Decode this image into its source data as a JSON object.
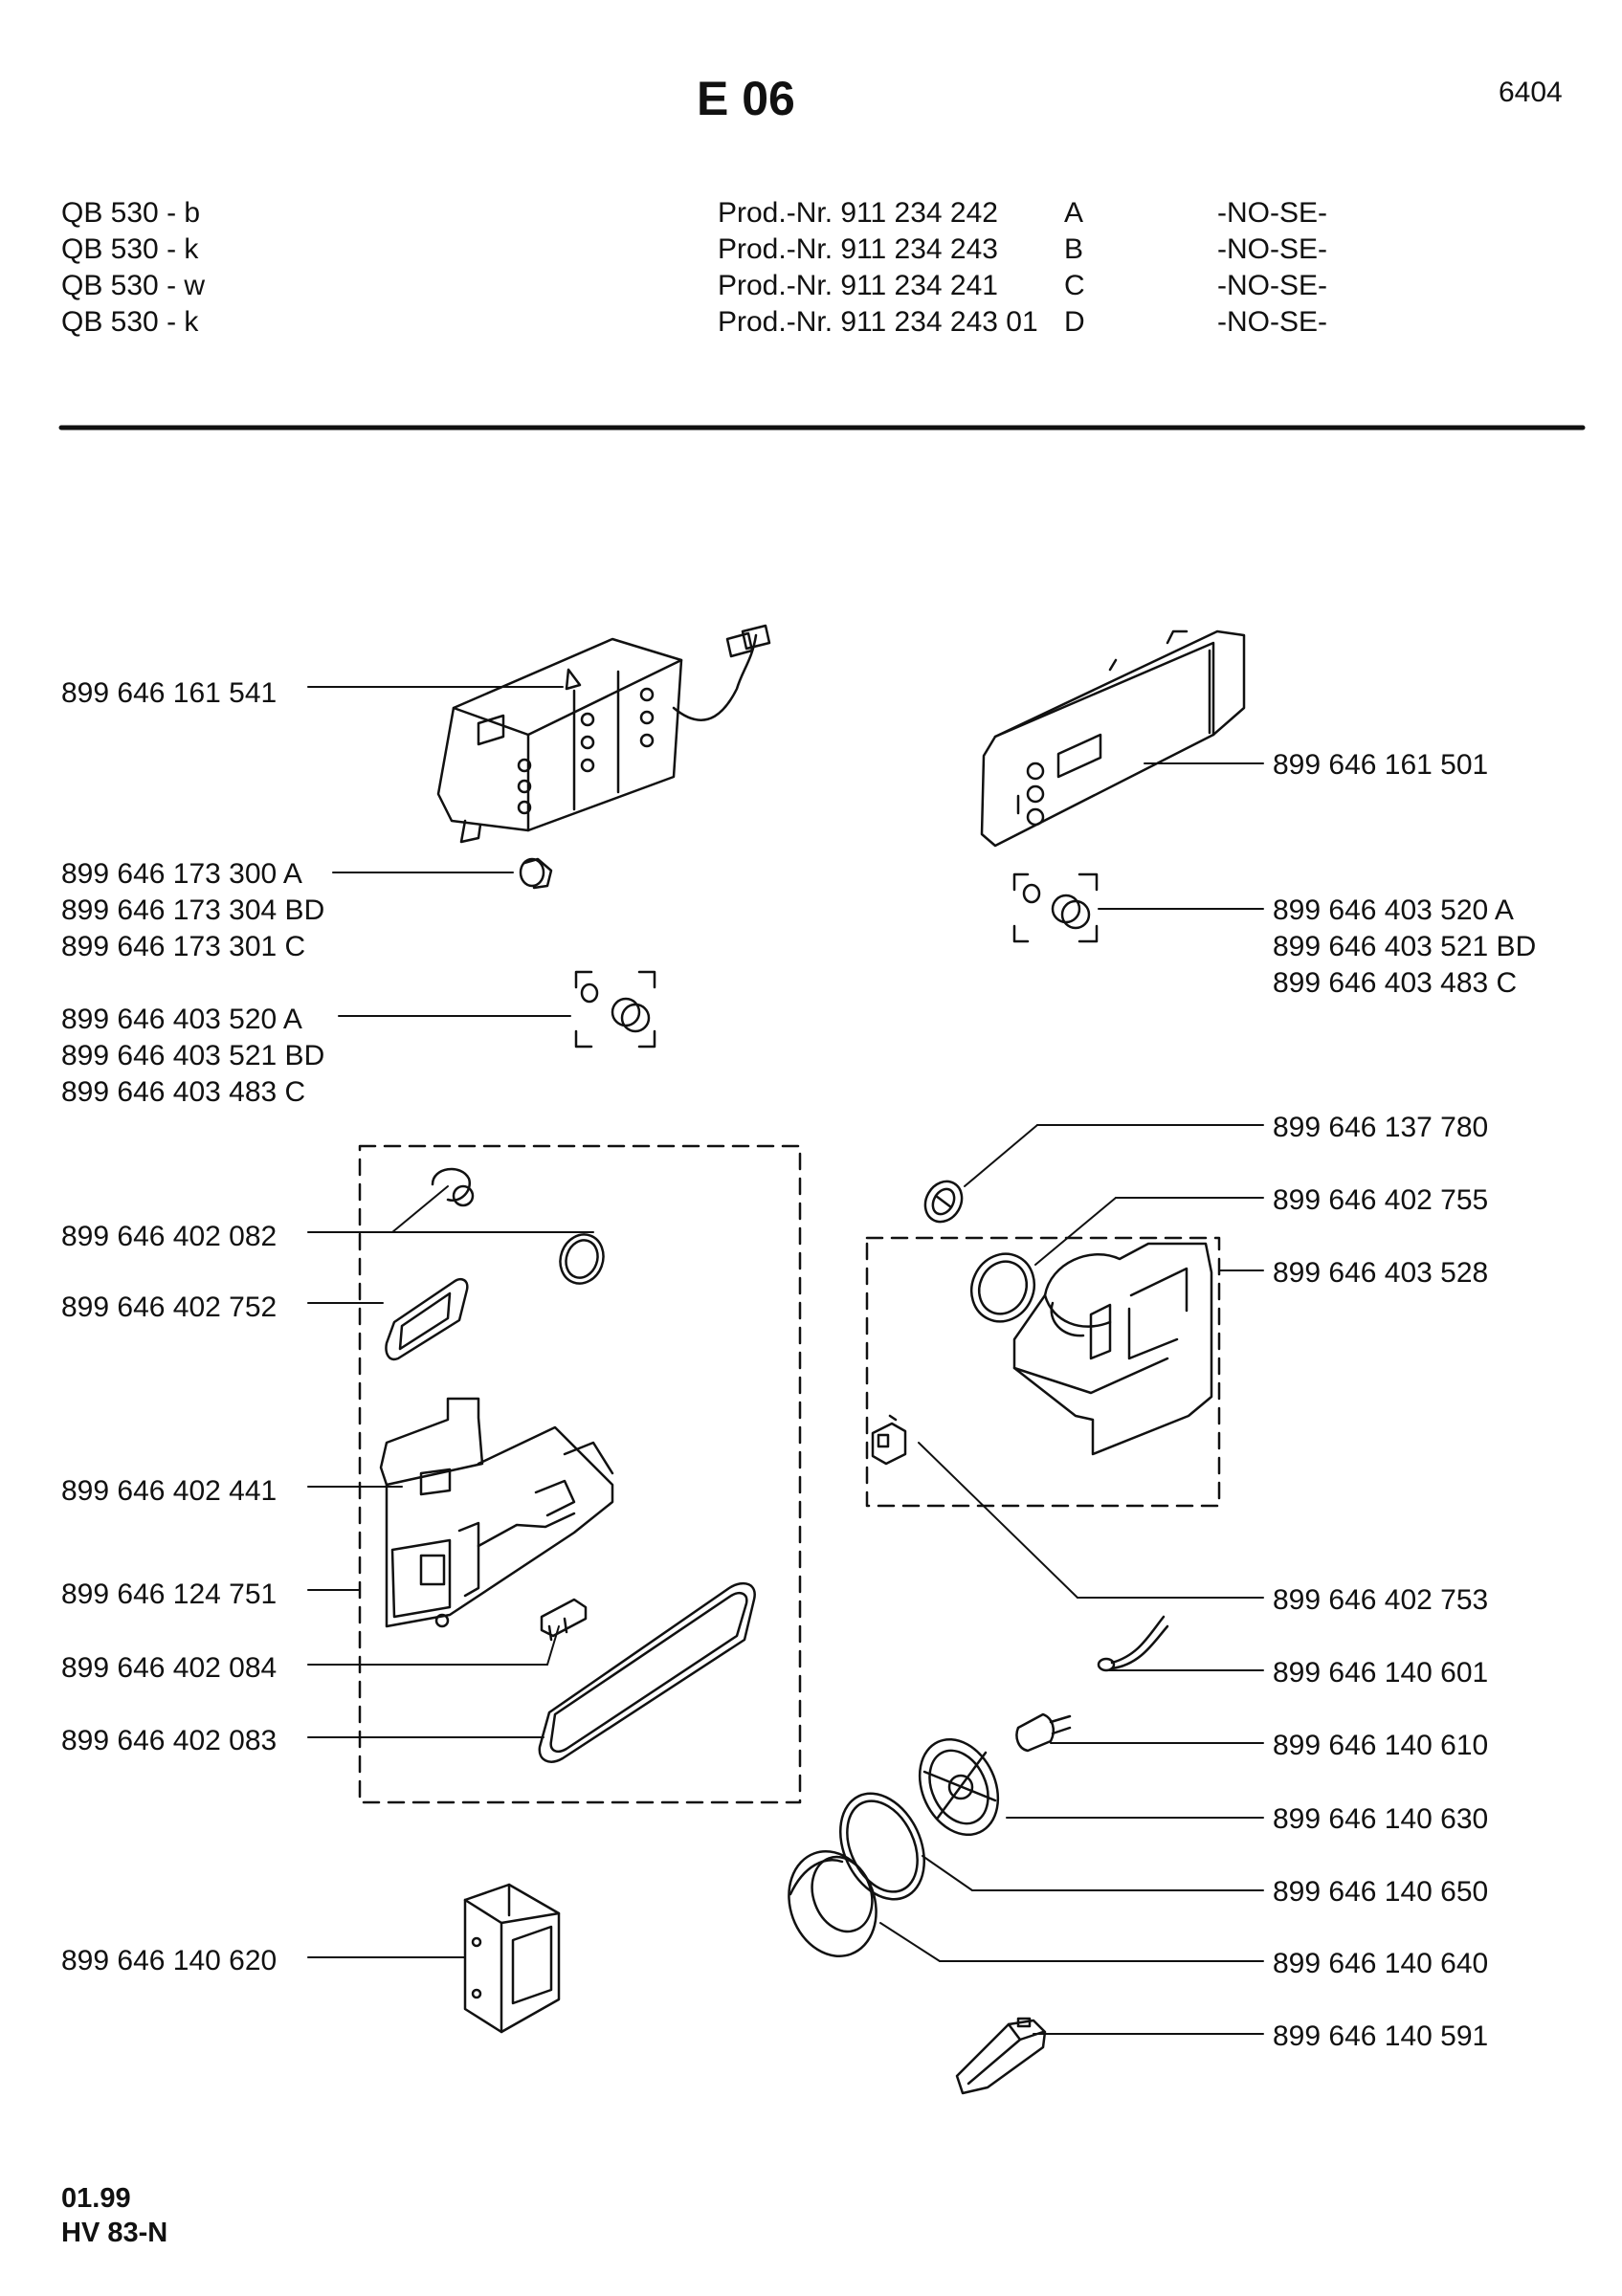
{
  "title": "E 06",
  "page_number": "6404",
  "header": {
    "models": [
      "QB 530 - b",
      "QB 530 - k",
      "QB 530 - w",
      "QB 530 - k"
    ],
    "prod_numbers": [
      "Prod.-Nr. 911 234 242",
      "Prod.-Nr. 911 234 243",
      "Prod.-Nr. 911 234 241",
      "Prod.-Nr. 911 234 243 01"
    ],
    "variants": [
      "A",
      "B",
      "C",
      "D"
    ],
    "codes": [
      "-NO-SE-",
      "-NO-SE-",
      "-NO-SE-",
      "-NO-SE-"
    ]
  },
  "parts_left": {
    "p1": "899 646 161 541",
    "p2a": "899 646 173 300 A",
    "p2b": "899 646 173 304 BD",
    "p2c": "899 646 173 301 C",
    "p3a": "899 646 403 520 A",
    "p3b": "899 646 403 521 BD",
    "p3c": "899 646 403 483 C",
    "p4": "899 646 402 082",
    "p5": "899 646 402 752",
    "p6": "899 646 402 441",
    "p7": "899 646 124 751",
    "p8": "899 646 402 084",
    "p9": "899 646 402 083",
    "p10": "899 646 140 620"
  },
  "parts_right": {
    "r1": "899 646 161 501",
    "r2a": "899 646 403 520 A",
    "r2b": "899 646 403 521 BD",
    "r2c": "899 646 403 483 C",
    "r3": "899 646 137 780",
    "r4": "899 646 402 755",
    "r5": "899 646 403 528",
    "r6": "899 646 402 753",
    "r7": "899 646 140 601",
    "r8": "899 646 140 610",
    "r9": "899 646 140 630",
    "r10": "899 646 140 650",
    "r11": "899 646 140 640",
    "r12": "899 646 140 591"
  },
  "footer": {
    "date": "01.99",
    "doc": "HV 83-N"
  }
}
